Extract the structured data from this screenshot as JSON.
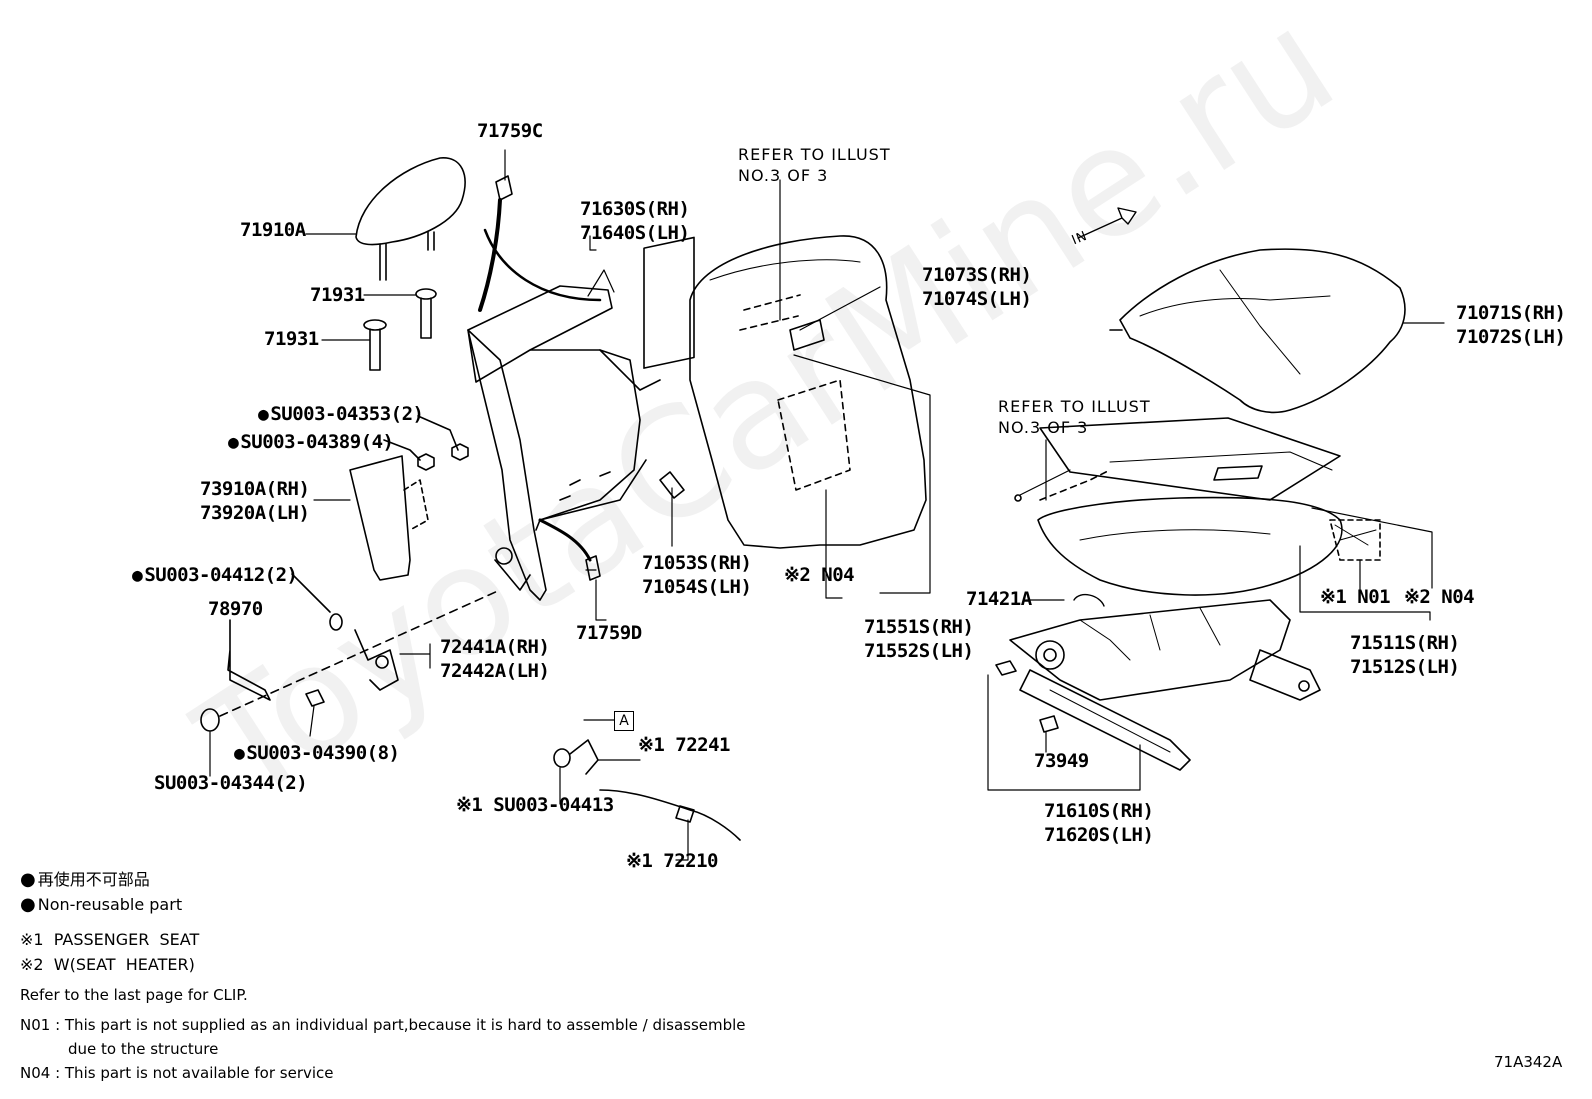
{
  "watermark": "ToyotaCarMine.ru",
  "figure_code": "71A342A",
  "references": {
    "ref_back": [
      "REFER TO ILLUST",
      "NO.3 OF 3"
    ],
    "ref_cushion": [
      "REFER TO ILLUST",
      "NO.3 OF 3"
    ],
    "direction": "IN",
    "box_label": "A"
  },
  "parts": {
    "p71759C": "71759C",
    "p71910A": "71910A",
    "p71931a": "71931",
    "p71931b": "71931",
    "p71630S": "71630S(RH)",
    "p71640S": "71640S(LH)",
    "su04353": "SU003-04353(2)",
    "su04389": "SU003-04389(4)",
    "p73910A": "73910A(RH)",
    "p73920A": "73920A(LH)",
    "su04412": "SU003-04412(2)",
    "p78970": "78970",
    "p72441A": "72441A(RH)",
    "p72442A": "72442A(LH)",
    "su04390": "SU003-04390(8)",
    "su04344": "SU003-04344(2)",
    "p71053S": "71053S(RH)",
    "p71054S": "71054S(LH)",
    "p71759D": "71759D",
    "n04a": "※2 N04",
    "p71073S": "71073S(RH)",
    "p71074S": "71074S(LH)",
    "p71551S": "71551S(RH)",
    "p71552S": "71552S(LH)",
    "p72241": "※1 72241",
    "su04413": "※1 SU003-04413",
    "p72210": "※1 72210",
    "p71071S": "71071S(RH)",
    "p71072S": "71072S(LH)",
    "n01": "※1 N01",
    "n04b": "※2 N04",
    "p71421A": "71421A",
    "p71511S": "71511S(RH)",
    "p71512S": "71512S(LH)",
    "p73949": "73949",
    "p71610S": "71610S(RH)",
    "p71620S": "71620S(LH)"
  },
  "legend": {
    "jp_nonreusable": "再使用不可部品",
    "en_nonreusable": "Non-reusable part",
    "note1": "※1  PASSENGER  SEAT",
    "note2": "※2  W(SEAT  HEATER)",
    "clip": "Refer to the last page for CLIP.",
    "n01_line1": "N01 : This part is not supplied as an individual part,because it is hard to assemble / disassemble",
    "n01_line2": "due to the structure",
    "n04_line": "N04 : This part is not available for service"
  }
}
